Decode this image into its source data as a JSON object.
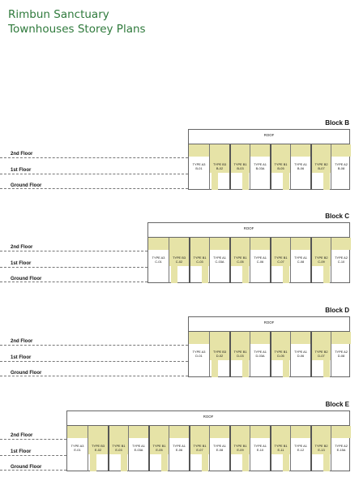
{
  "title": {
    "line1": "Rimbun Sanctuary",
    "line2": "Townhouses Storey Plans"
  },
  "floors": [
    "2nd Floor",
    "1st Floor",
    "Ground Floor"
  ],
  "roof_label": "ROOF",
  "colors": {
    "title": "#2f7a3c",
    "shade": "#e6e3a7",
    "line": "#666666"
  },
  "blocks": [
    {
      "name": "Block B",
      "units": [
        {
          "type": "TYPE A3",
          "code": "B-01",
          "shaded": false
        },
        {
          "type": "TYPE B3",
          "code": "B-02",
          "shaded": true
        },
        {
          "type": "TYPE B1",
          "code": "B-03",
          "shaded": true
        },
        {
          "type": "TYPE A1",
          "code": "B-03A",
          "shaded": false
        },
        {
          "type": "TYPE B1",
          "code": "B-05",
          "shaded": true
        },
        {
          "type": "TYPE A1",
          "code": "B-06",
          "shaded": false
        },
        {
          "type": "TYPE B2",
          "code": "B-07",
          "shaded": true
        },
        {
          "type": "TYPE A2",
          "code": "B-08",
          "shaded": false
        }
      ]
    },
    {
      "name": "Block C",
      "units": [
        {
          "type": "TYPE A3",
          "code": "C-01",
          "shaded": false
        },
        {
          "type": "TYPE B3",
          "code": "C-02",
          "shaded": true
        },
        {
          "type": "TYPE B1",
          "code": "C-03",
          "shaded": true
        },
        {
          "type": "TYPE A1",
          "code": "C-03A",
          "shaded": false
        },
        {
          "type": "TYPE B1",
          "code": "C-05",
          "shaded": true
        },
        {
          "type": "TYPE A1",
          "code": "C-06",
          "shaded": false
        },
        {
          "type": "TYPE B1",
          "code": "C-07",
          "shaded": true
        },
        {
          "type": "TYPE A1",
          "code": "C-08",
          "shaded": false
        },
        {
          "type": "TYPE B2",
          "code": "C-09",
          "shaded": true
        },
        {
          "type": "TYPE A2",
          "code": "C-10",
          "shaded": false
        }
      ]
    },
    {
      "name": "Block D",
      "units": [
        {
          "type": "TYPE A3",
          "code": "D-01",
          "shaded": false
        },
        {
          "type": "TYPE B3",
          "code": "D-02",
          "shaded": true
        },
        {
          "type": "TYPE B1",
          "code": "D-03",
          "shaded": true
        },
        {
          "type": "TYPE A1",
          "code": "D-03A",
          "shaded": false
        },
        {
          "type": "TYPE B1",
          "code": "D-05",
          "shaded": true
        },
        {
          "type": "TYPE A1",
          "code": "D-06",
          "shaded": false
        },
        {
          "type": "TYPE B2",
          "code": "D-07",
          "shaded": true
        },
        {
          "type": "TYPE A2",
          "code": "D-08",
          "shaded": false
        }
      ]
    },
    {
      "name": "Block E",
      "units": [
        {
          "type": "TYPE A3",
          "code": "E-01",
          "shaded": false
        },
        {
          "type": "TYPE B3",
          "code": "E-02",
          "shaded": true
        },
        {
          "type": "TYPE B1",
          "code": "E-03",
          "shaded": true
        },
        {
          "type": "TYPE A1",
          "code": "E-03A",
          "shaded": false
        },
        {
          "type": "TYPE B1",
          "code": "E-05",
          "shaded": true
        },
        {
          "type": "TYPE A1",
          "code": "E-06",
          "shaded": false
        },
        {
          "type": "TYPE B1",
          "code": "E-07",
          "shaded": true
        },
        {
          "type": "TYPE A1",
          "code": "E-08",
          "shaded": false
        },
        {
          "type": "TYPE B1",
          "code": "E-09",
          "shaded": true
        },
        {
          "type": "TYPE A1",
          "code": "E-10",
          "shaded": false
        },
        {
          "type": "TYPE B1",
          "code": "E-11",
          "shaded": true
        },
        {
          "type": "TYPE A1",
          "code": "E-12",
          "shaded": false
        },
        {
          "type": "TYPE B2",
          "code": "E-13",
          "shaded": true
        },
        {
          "type": "TYPE A2",
          "code": "E-15A",
          "shaded": false
        }
      ]
    }
  ]
}
